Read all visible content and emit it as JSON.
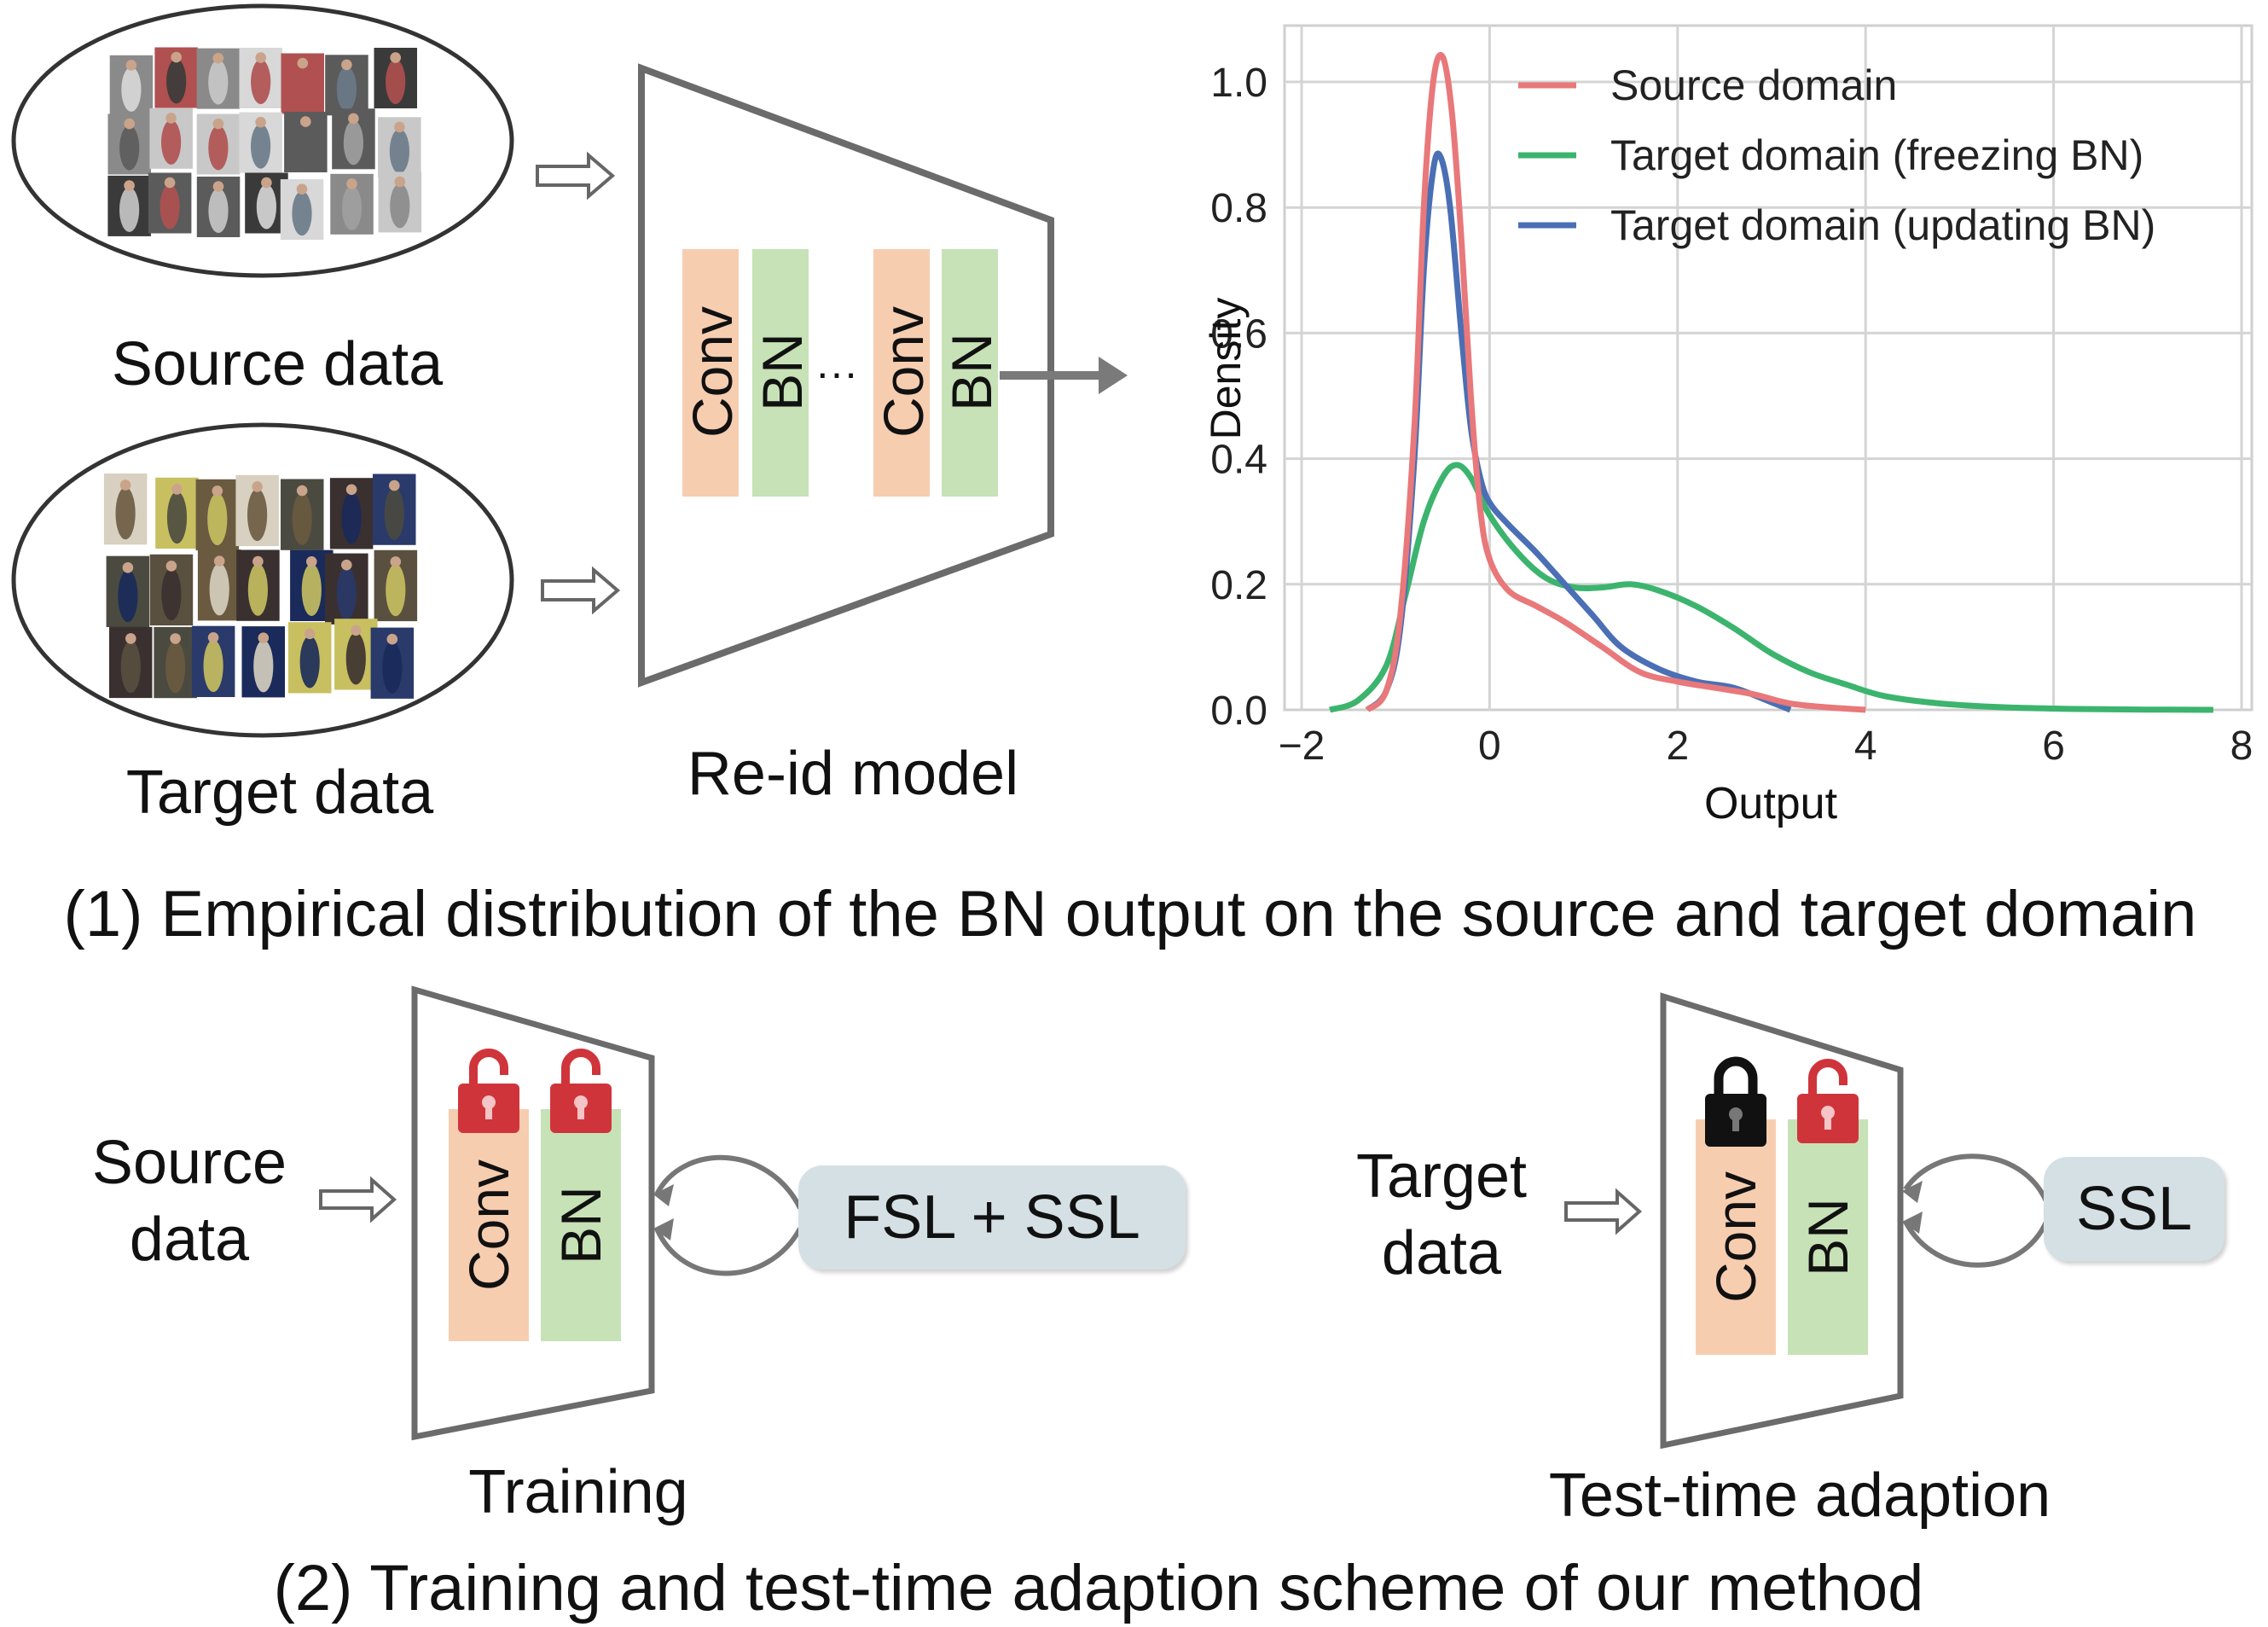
{
  "top": {
    "source_label": "Source data",
    "target_label": "Target data",
    "model_label": "Re-id model",
    "block": {
      "conv": "Conv",
      "bn": "BN",
      "ellipsis": "···"
    },
    "caption": "(1) Empirical distribution of the BN output on the source and target domain"
  },
  "bottom": {
    "training": {
      "input_line1": "Source",
      "input_line2": "data",
      "conv": "Conv",
      "bn": "BN",
      "loss": "FSL + SSL",
      "label": "Training",
      "conv_lock": "unlocked",
      "bn_lock": "unlocked"
    },
    "adaption": {
      "input_line1": "Target",
      "input_line2": "data",
      "conv": "Conv",
      "bn": "BN",
      "loss": "SSL",
      "label": "Test-time adaption",
      "conv_lock": "locked",
      "bn_lock": "unlocked"
    },
    "caption": "(2) Training and test-time adaption scheme of our method"
  },
  "colors": {
    "conv": "#f7cdb0",
    "bn": "#c6e2b6",
    "pill": "#d4e0e4",
    "lock_open": "#d0343b",
    "lock_closed": "#111111",
    "source_series": "#e8787a",
    "freeze_series": "#3cb46e",
    "update_series": "#4a6fb5"
  },
  "chart_data": {
    "type": "line",
    "title": "",
    "xlabel": "Output",
    "ylabel": "Density",
    "xlim": [
      -2,
      8
    ],
    "ylim": [
      0,
      1.05
    ],
    "xticks": [
      -2,
      0,
      2,
      4,
      6,
      8
    ],
    "yticks": [
      0.0,
      0.2,
      0.4,
      0.6,
      0.8,
      1.0
    ],
    "xtick_labels": [
      "−2",
      "0",
      "2",
      "4",
      "6",
      "8"
    ],
    "ytick_labels": [
      "0.0",
      "0.2",
      "0.4",
      "0.6",
      "0.8",
      "1.0"
    ],
    "grid": true,
    "legend_position": "top-right",
    "series": [
      {
        "name": "Source domain",
        "color": "#e8787a",
        "points": [
          [
            -1.3,
            0.0
          ],
          [
            -1.1,
            0.03
          ],
          [
            -0.95,
            0.15
          ],
          [
            -0.8,
            0.45
          ],
          [
            -0.7,
            0.8
          ],
          [
            -0.6,
            1.0
          ],
          [
            -0.5,
            1.04
          ],
          [
            -0.4,
            0.95
          ],
          [
            -0.3,
            0.75
          ],
          [
            -0.2,
            0.5
          ],
          [
            -0.1,
            0.32
          ],
          [
            0.0,
            0.24
          ],
          [
            0.2,
            0.19
          ],
          [
            0.5,
            0.165
          ],
          [
            0.8,
            0.14
          ],
          [
            1.2,
            0.1
          ],
          [
            1.6,
            0.06
          ],
          [
            2.0,
            0.045
          ],
          [
            2.4,
            0.035
          ],
          [
            2.8,
            0.025
          ],
          [
            3.2,
            0.01
          ],
          [
            3.6,
            0.004
          ],
          [
            4.0,
            0.0
          ]
        ]
      },
      {
        "name": "Target domain (freezing BN)",
        "color": "#3cb46e",
        "points": [
          [
            -1.7,
            0.0
          ],
          [
            -1.4,
            0.015
          ],
          [
            -1.1,
            0.07
          ],
          [
            -0.9,
            0.18
          ],
          [
            -0.7,
            0.3
          ],
          [
            -0.5,
            0.37
          ],
          [
            -0.35,
            0.39
          ],
          [
            -0.2,
            0.37
          ],
          [
            0.0,
            0.31
          ],
          [
            0.3,
            0.25
          ],
          [
            0.6,
            0.21
          ],
          [
            0.9,
            0.195
          ],
          [
            1.2,
            0.195
          ],
          [
            1.5,
            0.2
          ],
          [
            1.8,
            0.19
          ],
          [
            2.2,
            0.165
          ],
          [
            2.6,
            0.13
          ],
          [
            3.0,
            0.09
          ],
          [
            3.4,
            0.06
          ],
          [
            3.8,
            0.04
          ],
          [
            4.2,
            0.022
          ],
          [
            4.8,
            0.01
          ],
          [
            5.5,
            0.004
          ],
          [
            6.5,
            0.001
          ],
          [
            7.7,
            0.0
          ]
        ]
      },
      {
        "name": "Target domain (updating BN)",
        "color": "#4a6fb5",
        "points": [
          [
            -1.3,
            0.0
          ],
          [
            -1.1,
            0.03
          ],
          [
            -0.95,
            0.13
          ],
          [
            -0.8,
            0.4
          ],
          [
            -0.7,
            0.7
          ],
          [
            -0.6,
            0.86
          ],
          [
            -0.52,
            0.88
          ],
          [
            -0.42,
            0.8
          ],
          [
            -0.3,
            0.6
          ],
          [
            -0.2,
            0.45
          ],
          [
            -0.1,
            0.37
          ],
          [
            0.0,
            0.33
          ],
          [
            0.2,
            0.295
          ],
          [
            0.5,
            0.25
          ],
          [
            0.8,
            0.2
          ],
          [
            1.1,
            0.15
          ],
          [
            1.4,
            0.1
          ],
          [
            1.8,
            0.065
          ],
          [
            2.2,
            0.045
          ],
          [
            2.6,
            0.035
          ],
          [
            3.0,
            0.012
          ],
          [
            3.2,
            0.0
          ]
        ]
      }
    ]
  }
}
